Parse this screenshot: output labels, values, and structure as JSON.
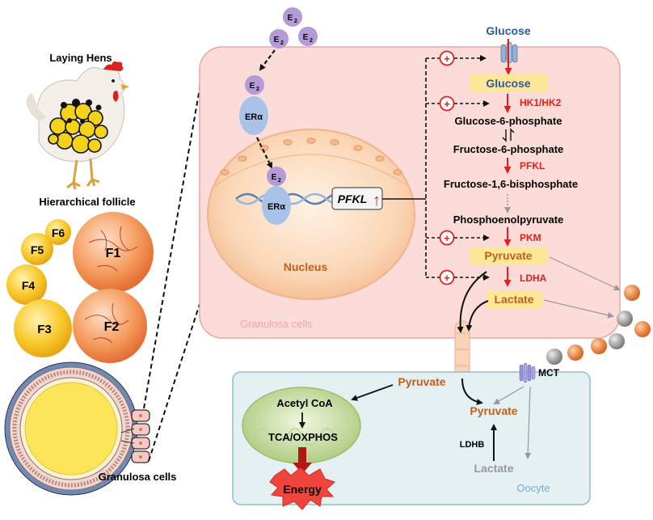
{
  "left_panel": {
    "hen_title": "Laying Hens",
    "follicle_title": "Hierarchical follicle",
    "follicles": [
      "F1",
      "F2",
      "F3",
      "F4",
      "F5",
      "F6"
    ],
    "granulosa_label": "Granulosa cells"
  },
  "cell": {
    "granulosa_label": "Granulosa cells",
    "nucleus_label": "Nucleus",
    "hormone": "E",
    "hormone_sub": "2",
    "receptor": "ERα",
    "gene": "PFKL",
    "gene_arrow": "↑"
  },
  "glycolysis": {
    "glucose_outside": "Glucose",
    "glucose_inside": "Glucose",
    "hk": "HK1/HK2",
    "g6p": "Glucose-6-phosphate",
    "f6p": "Fructose-6-phosphate",
    "pfkl": "PFKL",
    "f16bp": "Fructose-1,6-bisphosphate",
    "pep": "Phosphoenolpyruvate",
    "pkm": "PKM",
    "pyruvate": "Pyruvate",
    "ldha": "LDHA",
    "lactate": "Lactate",
    "plus": "+"
  },
  "oocyte": {
    "label": "Oocyte",
    "pyruvate_in": "Pyruvate",
    "acetyl": "Acetyl CoA",
    "tca": "TCA/OXPHOS",
    "energy": "Energy",
    "mct": "MCT",
    "pyruvate": "Pyruvate",
    "ldhb": "LDHB",
    "lactate": "Lactate"
  },
  "colors": {
    "red": "#e0201b",
    "glucose_blue": "#2e5aa8",
    "orange_text": "#c0601a",
    "pink_cell": "#fcdcd8",
    "oocyte_fill": "#e4f0f2",
    "metabolite_box": "#fde89a",
    "e2_purple": "#b49ad6",
    "era_blue": "#a9c3e8",
    "energy_red": "#f0453c"
  }
}
